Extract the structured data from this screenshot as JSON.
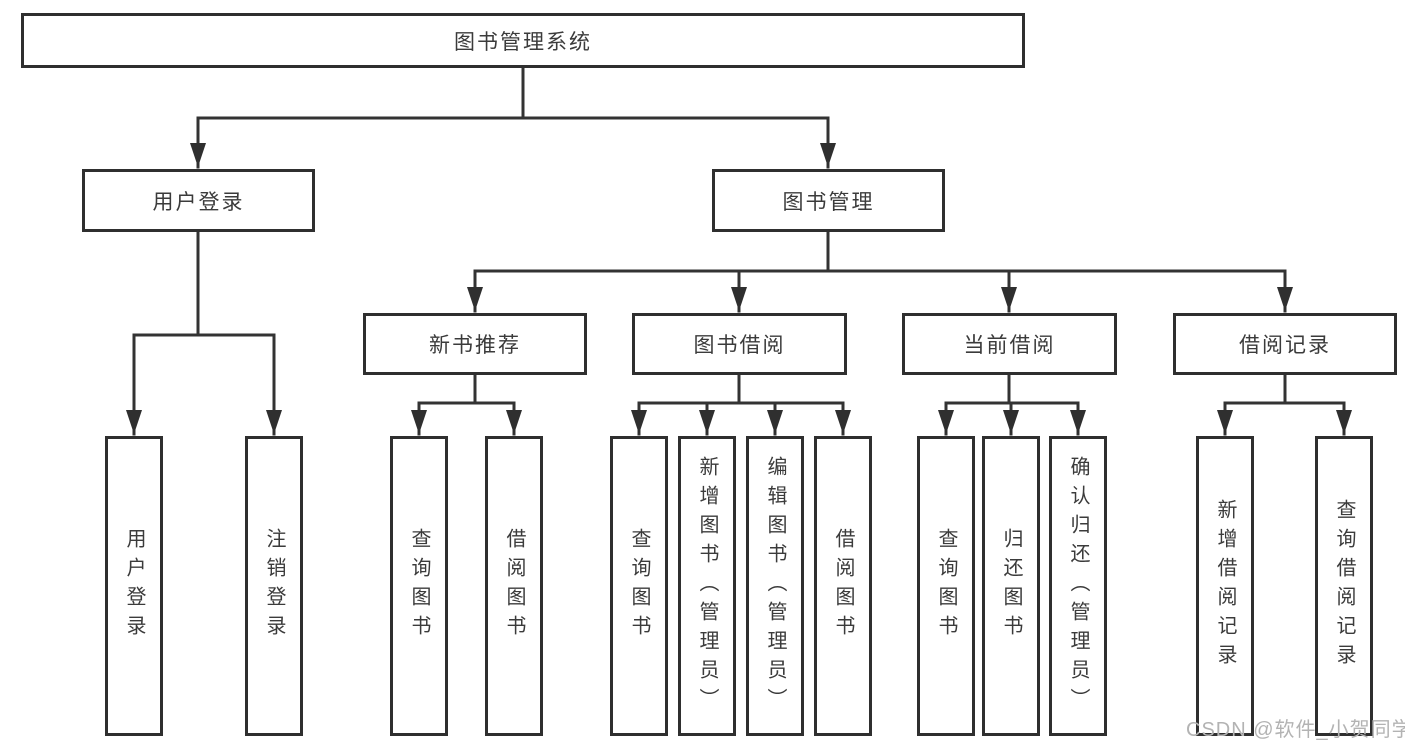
{
  "diagram": {
    "title": "图书管理系统",
    "root": {
      "label": "图书管理系统"
    },
    "level2": [
      {
        "label": "用户登录"
      },
      {
        "label": "图书管理"
      }
    ],
    "level3": [
      {
        "label": "新书推荐",
        "parent": "图书管理"
      },
      {
        "label": "图书借阅",
        "parent": "图书管理"
      },
      {
        "label": "当前借阅",
        "parent": "图书管理"
      },
      {
        "label": "借阅记录",
        "parent": "图书管理"
      }
    ],
    "leaves": [
      {
        "label": "用户登录",
        "parent": "用户登录"
      },
      {
        "label": "注销登录",
        "parent": "用户登录"
      },
      {
        "label": "查询图书",
        "parent": "新书推荐"
      },
      {
        "label": "借阅图书",
        "parent": "新书推荐"
      },
      {
        "label": "查询图书",
        "parent": "图书借阅"
      },
      {
        "label": "新增图书（管理员）",
        "parent": "图书借阅"
      },
      {
        "label": "编辑图书（管理员）",
        "parent": "图书借阅"
      },
      {
        "label": "借阅图书",
        "parent": "图书借阅"
      },
      {
        "label": "查询图书",
        "parent": "当前借阅"
      },
      {
        "label": "归还图书",
        "parent": "当前借阅"
      },
      {
        "label": "确认归还（管理员）",
        "parent": "当前借阅"
      },
      {
        "label": "新增借阅记录",
        "parent": "借阅记录"
      },
      {
        "label": "查询借阅记录",
        "parent": "借阅记录"
      }
    ],
    "colors": {
      "line": "#333333",
      "box_border": "#2f2f2f",
      "text": "#3b3b3b",
      "background": "#ffffff",
      "watermark": "#b3b3b3"
    },
    "watermark": "CSDN @软件_小贺同学"
  }
}
